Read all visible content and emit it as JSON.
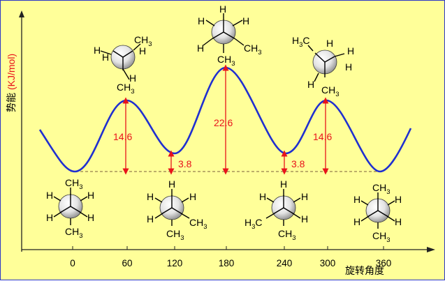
{
  "y_axis": {
    "cn_label": "势能",
    "unit_label": "(KJ/mol)"
  },
  "x_axis": {
    "title": "旋转角度",
    "ticks": [
      "0",
      "60",
      "120",
      "180",
      "240",
      "300",
      "360"
    ]
  },
  "barriers": [
    {
      "key": "b60",
      "value": "14.6"
    },
    {
      "key": "b120",
      "value": "3.8"
    },
    {
      "key": "b180",
      "value": "22.6"
    },
    {
      "key": "b240",
      "value": "3.8"
    },
    {
      "key": "b300",
      "value": "14.6"
    }
  ],
  "group_labels": {
    "methyl": "CH",
    "methyl_sub": "3",
    "hydrogen": "H",
    "methyl_left_h": "H",
    "methyl_left_c": "C"
  },
  "colors": {
    "background": "#ffff99",
    "curve": "#1f2fd0",
    "arrows": "#e8131b",
    "border": "#2a36c8"
  }
}
